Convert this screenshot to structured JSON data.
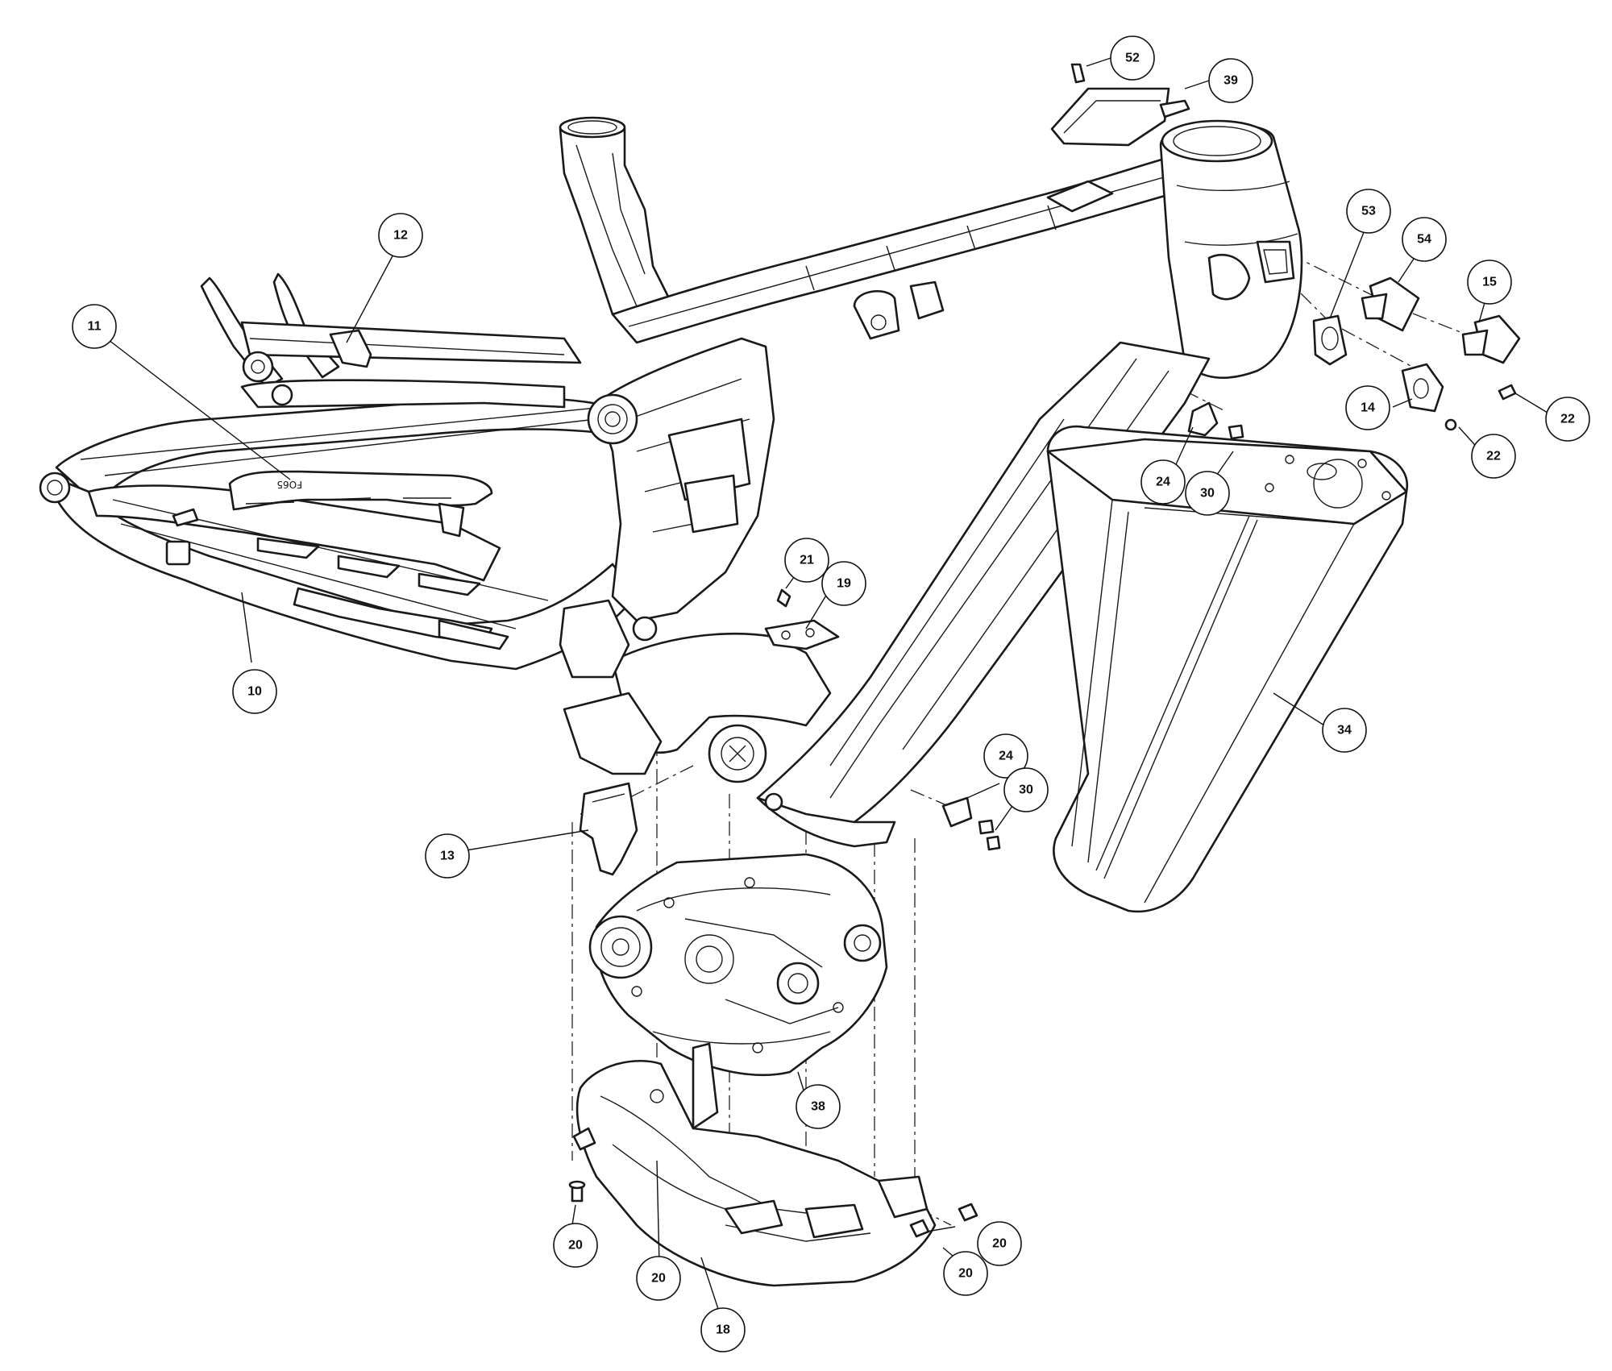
{
  "diagram": {
    "callouts": [
      {
        "id": "c52",
        "label": "52"
      },
      {
        "id": "c39",
        "label": "39"
      },
      {
        "id": "c12",
        "label": "12"
      },
      {
        "id": "c11",
        "label": "11"
      },
      {
        "id": "c53",
        "label": "53"
      },
      {
        "id": "c54",
        "label": "54"
      },
      {
        "id": "c15",
        "label": "15"
      },
      {
        "id": "c14",
        "label": "14"
      },
      {
        "id": "c22a",
        "label": "22"
      },
      {
        "id": "c22b",
        "label": "22"
      },
      {
        "id": "c24a",
        "label": "24"
      },
      {
        "id": "c30a",
        "label": "30"
      },
      {
        "id": "c21",
        "label": "21"
      },
      {
        "id": "c19",
        "label": "19"
      },
      {
        "id": "c10",
        "label": "10"
      },
      {
        "id": "c34",
        "label": "34"
      },
      {
        "id": "c24b",
        "label": "24"
      },
      {
        "id": "c30b",
        "label": "30"
      },
      {
        "id": "c13",
        "label": "13"
      },
      {
        "id": "c38",
        "label": "38"
      },
      {
        "id": "c20a",
        "label": "20"
      },
      {
        "id": "c20b",
        "label": "20"
      },
      {
        "id": "c20c",
        "label": "20"
      },
      {
        "id": "c20d",
        "label": "20"
      },
      {
        "id": "c18",
        "label": "18"
      }
    ],
    "guard_marking": "FO65"
  }
}
